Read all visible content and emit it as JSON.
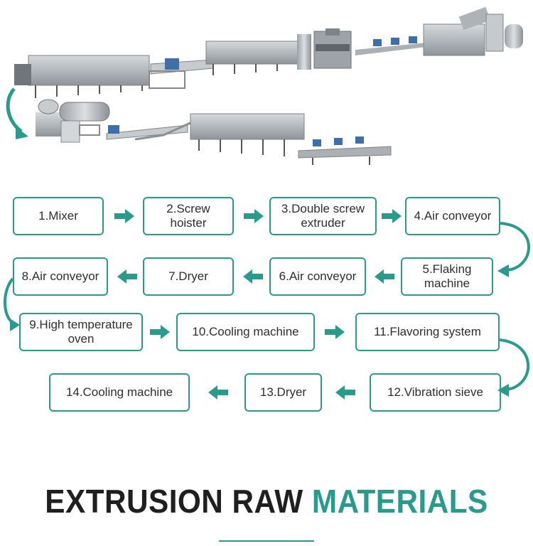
{
  "colors": {
    "accent": "#2a9a8c",
    "text": "#2e2e2e",
    "metal": "#b8bcc0"
  },
  "steps": [
    {
      "label": "1.Mixer"
    },
    {
      "label": "2.Screw hoister"
    },
    {
      "label": "3.Double screw extruder"
    },
    {
      "label": "4.Air conveyor"
    },
    {
      "label": "5.Flaking machine"
    },
    {
      "label": "6.Air conveyor"
    },
    {
      "label": "7.Dryer"
    },
    {
      "label": "8.Air conveyor"
    },
    {
      "label": "9.High temperature oven"
    },
    {
      "label": "10.Cooling machine"
    },
    {
      "label": "11.Flavoring system"
    },
    {
      "label": "12.Vibration sieve"
    },
    {
      "label": "13.Dryer"
    },
    {
      "label": "14.Cooling machine"
    }
  ],
  "title": {
    "word1": "EXTRUSION RAW",
    "word2": "MATERIALS"
  }
}
